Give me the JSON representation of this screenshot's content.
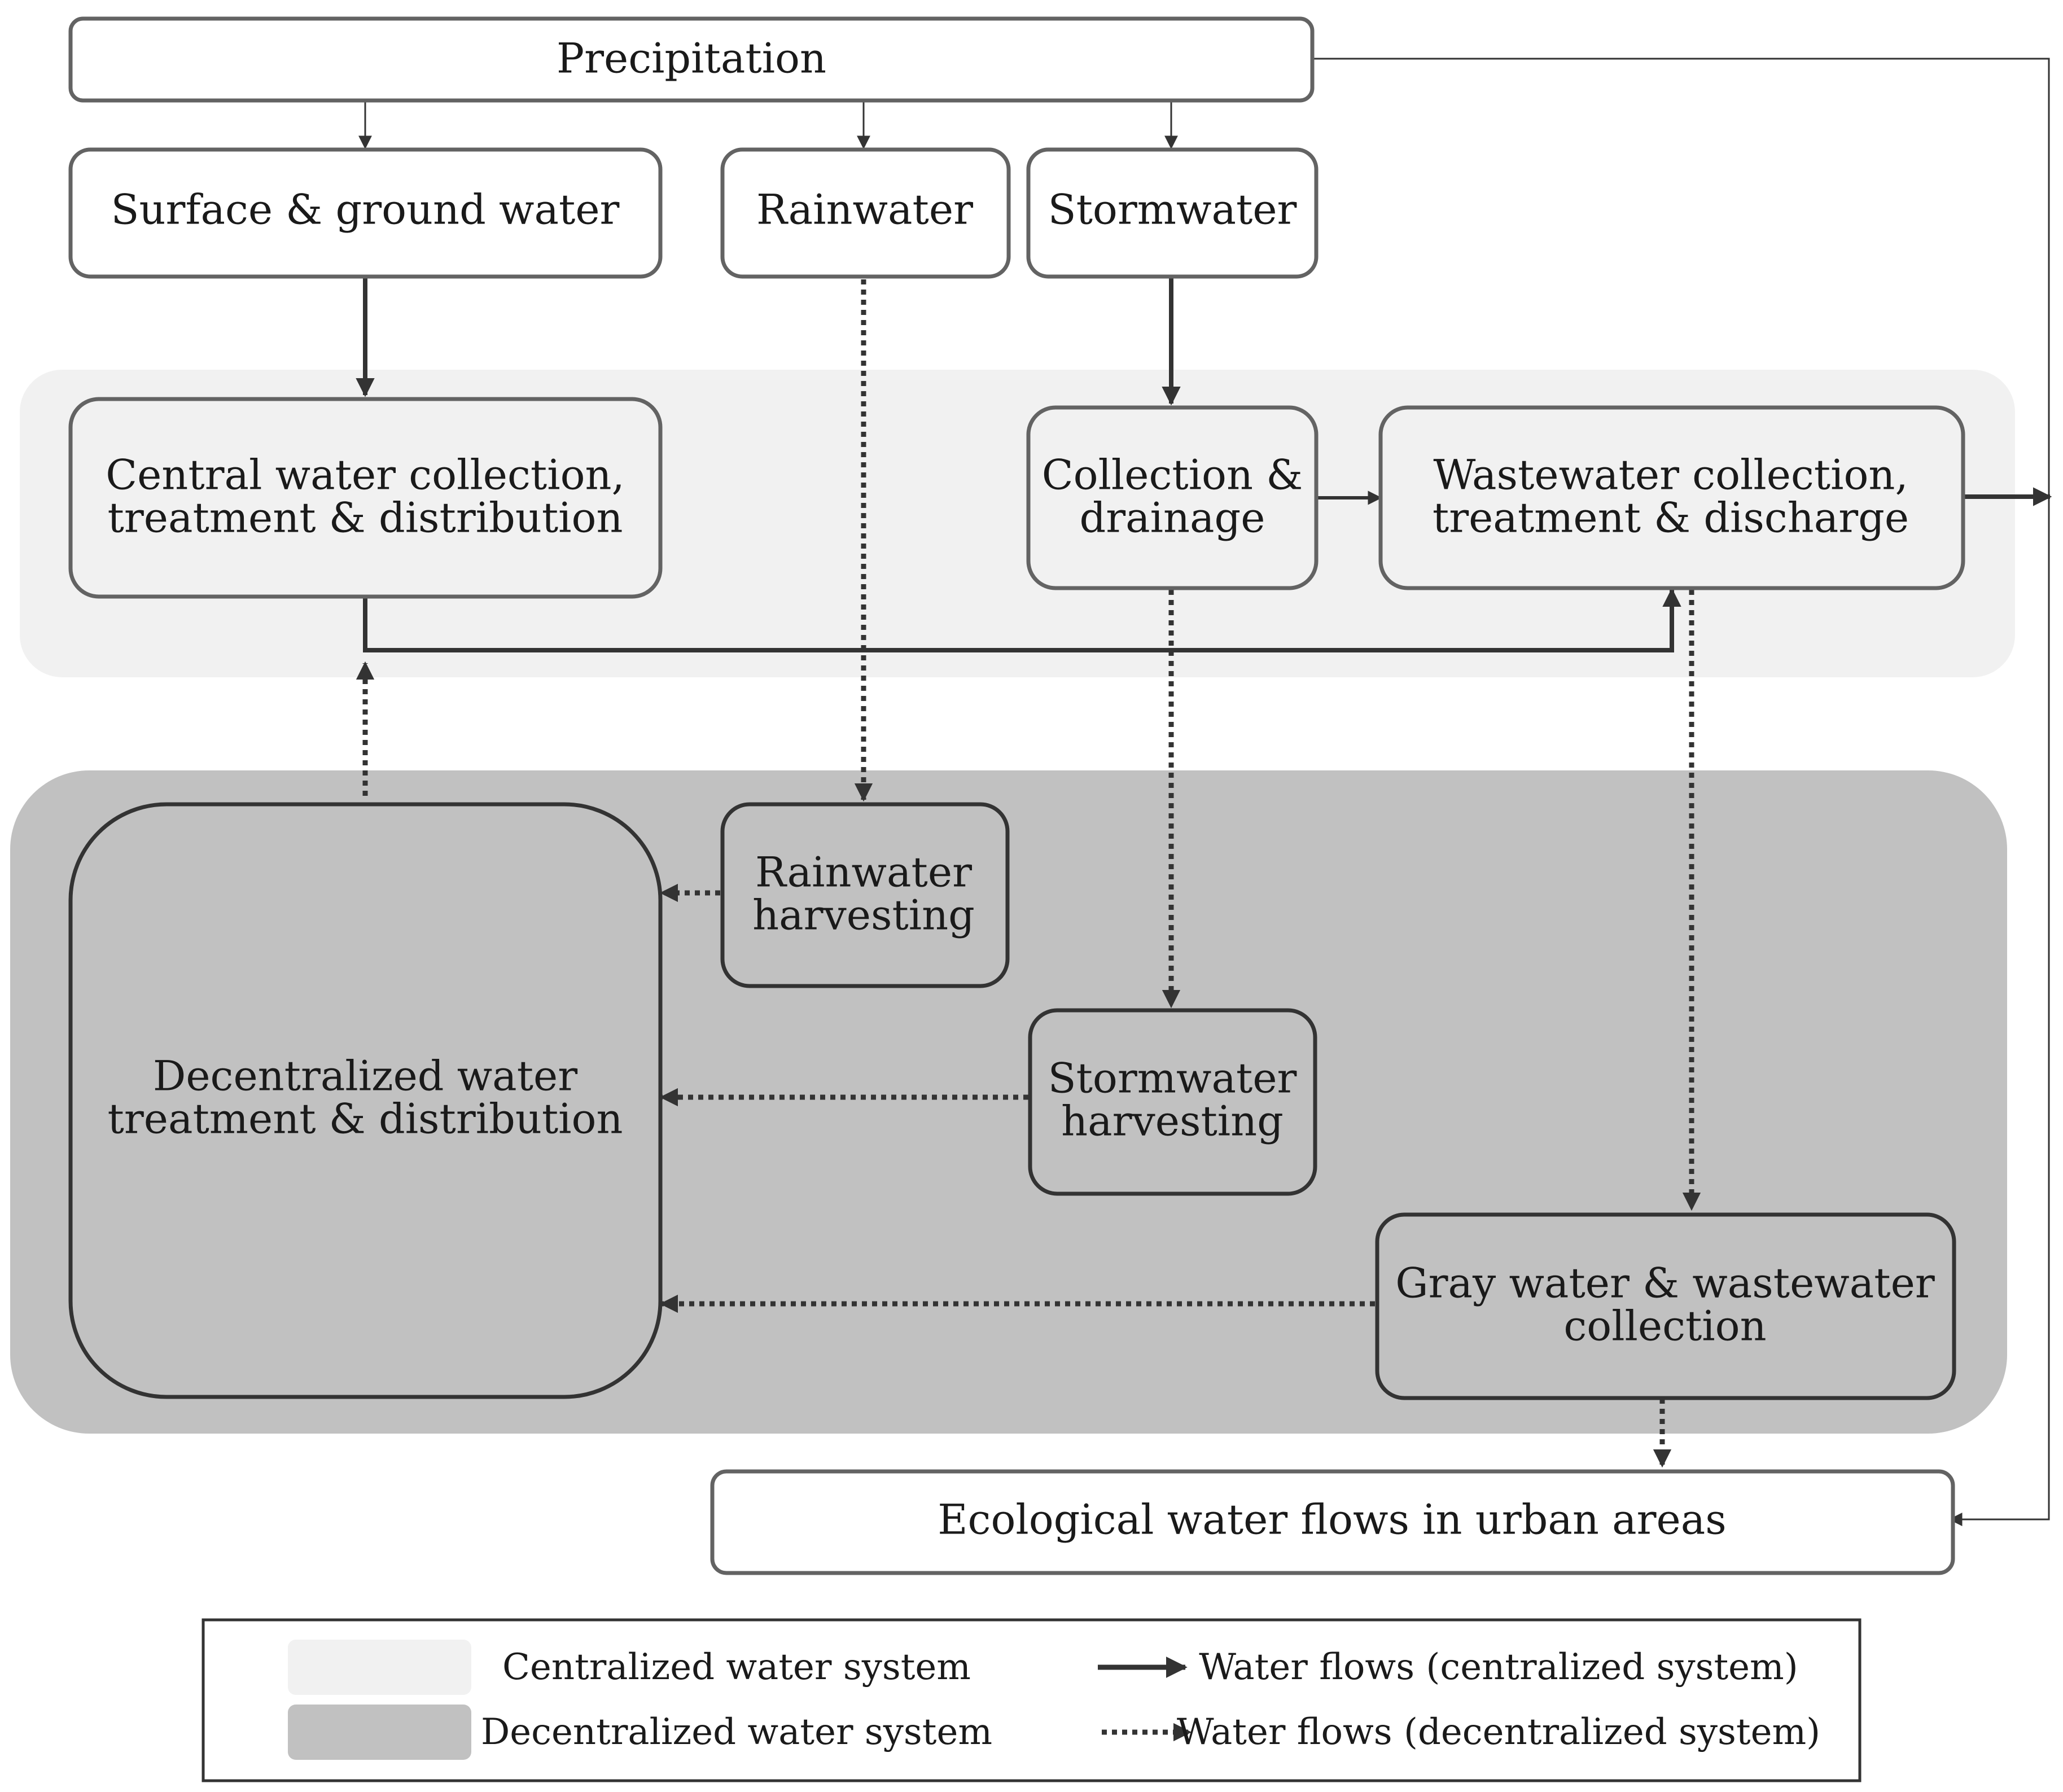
{
  "colors": {
    "centralized_bg": "#f1f1f1",
    "decentralized_bg": "#c1c1c1",
    "box_stroke": "#636363",
    "dark_stroke": "#333333",
    "white": "#ffffff",
    "text": "#1a1a1a"
  },
  "nodes": {
    "precipitation": [
      "Precipitation"
    ],
    "surface_ground_water": [
      "Surface & ground water"
    ],
    "rainwater": [
      "Rainwater"
    ],
    "stormwater": [
      "Stormwater"
    ],
    "central_water": [
      "Central water collection,",
      "treatment & distribution"
    ],
    "collection_drainage": [
      "Collection &",
      "drainage"
    ],
    "wastewater_collection": [
      "Wastewater collection,",
      "treatment & discharge"
    ],
    "decentralized_water": [
      "Decentralized water",
      "treatment & distribution"
    ],
    "rainwater_harvesting": [
      "Rainwater",
      "harvesting"
    ],
    "stormwater_harvesting": [
      "Stormwater",
      "harvesting"
    ],
    "graywater_collection": [
      "Gray water & wastewater",
      "collection"
    ],
    "ecological_flows": [
      "Ecological water flows in urban areas"
    ]
  },
  "legend": {
    "centralized_system": "Centralized water system",
    "decentralized_system": "Decentralized water system",
    "centralized_flows": "Water flows (centralized system)",
    "decentralized_flows": "Water flows (decentralized system)"
  }
}
